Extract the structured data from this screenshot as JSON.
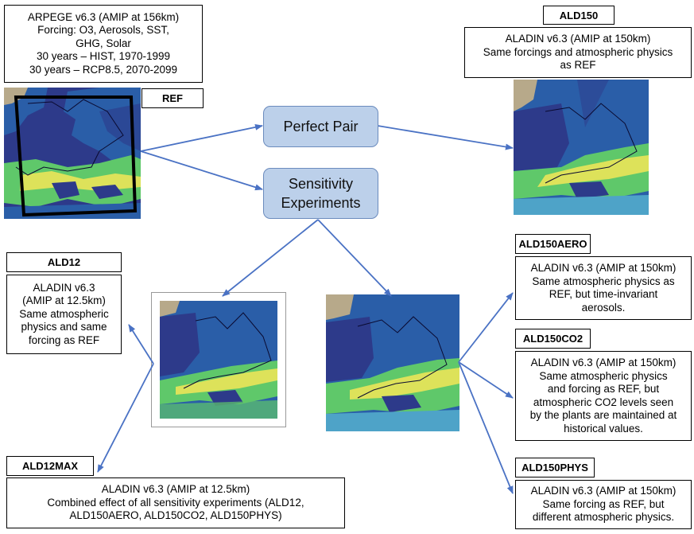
{
  "colors": {
    "ocean": "#2d3a8a",
    "land": "#2a5ea8",
    "coast": "#4ea3c8",
    "green": "#5fc86a",
    "yellow": "#dde25a",
    "mountain": "#b7a98a",
    "arrow": "#4a72c4",
    "pill_fill": "#bcd0ea"
  },
  "ref_box": {
    "lines": [
      "ARPEGE v6.3 (AMIP at 156km)",
      "Forcing: O3, Aerosols, SST,",
      "GHG, Solar",
      "30 years – HIST, 1970-1999",
      "30 years – RCP8.5, 2070-2099"
    ],
    "tag": "REF"
  },
  "ald150": {
    "tag": "ALD150",
    "lines": [
      "ALADIN v6.3 (AMIP at 150km)",
      "Same forcings and atmospheric physics",
      "as REF"
    ]
  },
  "perfect_pair": "Perfect Pair",
  "sensitivity": [
    "Sensitivity",
    "Experiments"
  ],
  "ald12": {
    "tag": "ALD12",
    "lines": [
      "ALADIN v6.3",
      "(AMIP at 12.5km)",
      "Same atmospheric",
      "physics and same",
      "forcing as REF"
    ]
  },
  "ald12max": {
    "tag": "ALD12MAX",
    "lines": [
      "ALADIN v6.3 (AMIP at 12.5km)",
      "Combined effect of all sensitivity experiments (ALD12,",
      "ALD150AERO, ALD150CO2, ALD150PHYS)"
    ]
  },
  "ald150aero": {
    "tag": "ALD150AERO",
    "lines": [
      "ALADIN v6.3 (AMIP at 150km)",
      "Same atmospheric physics as",
      "REF, but time-invariant",
      "aerosols."
    ]
  },
  "ald150co2": {
    "tag": "ALD150CO2",
    "lines": [
      "ALADIN v6.3 (AMIP at 150km)",
      "Same atmospheric physics",
      "and forcing as REF, but",
      "atmospheric CO2 levels seen",
      "by the plants are maintained at",
      "historical values."
    ]
  },
  "ald150phys": {
    "tag": "ALD150PHYS",
    "lines": [
      "ALADIN v6.3 (AMIP at 150km)",
      "Same forcing as REF, but",
      "different atmospheric physics."
    ]
  }
}
